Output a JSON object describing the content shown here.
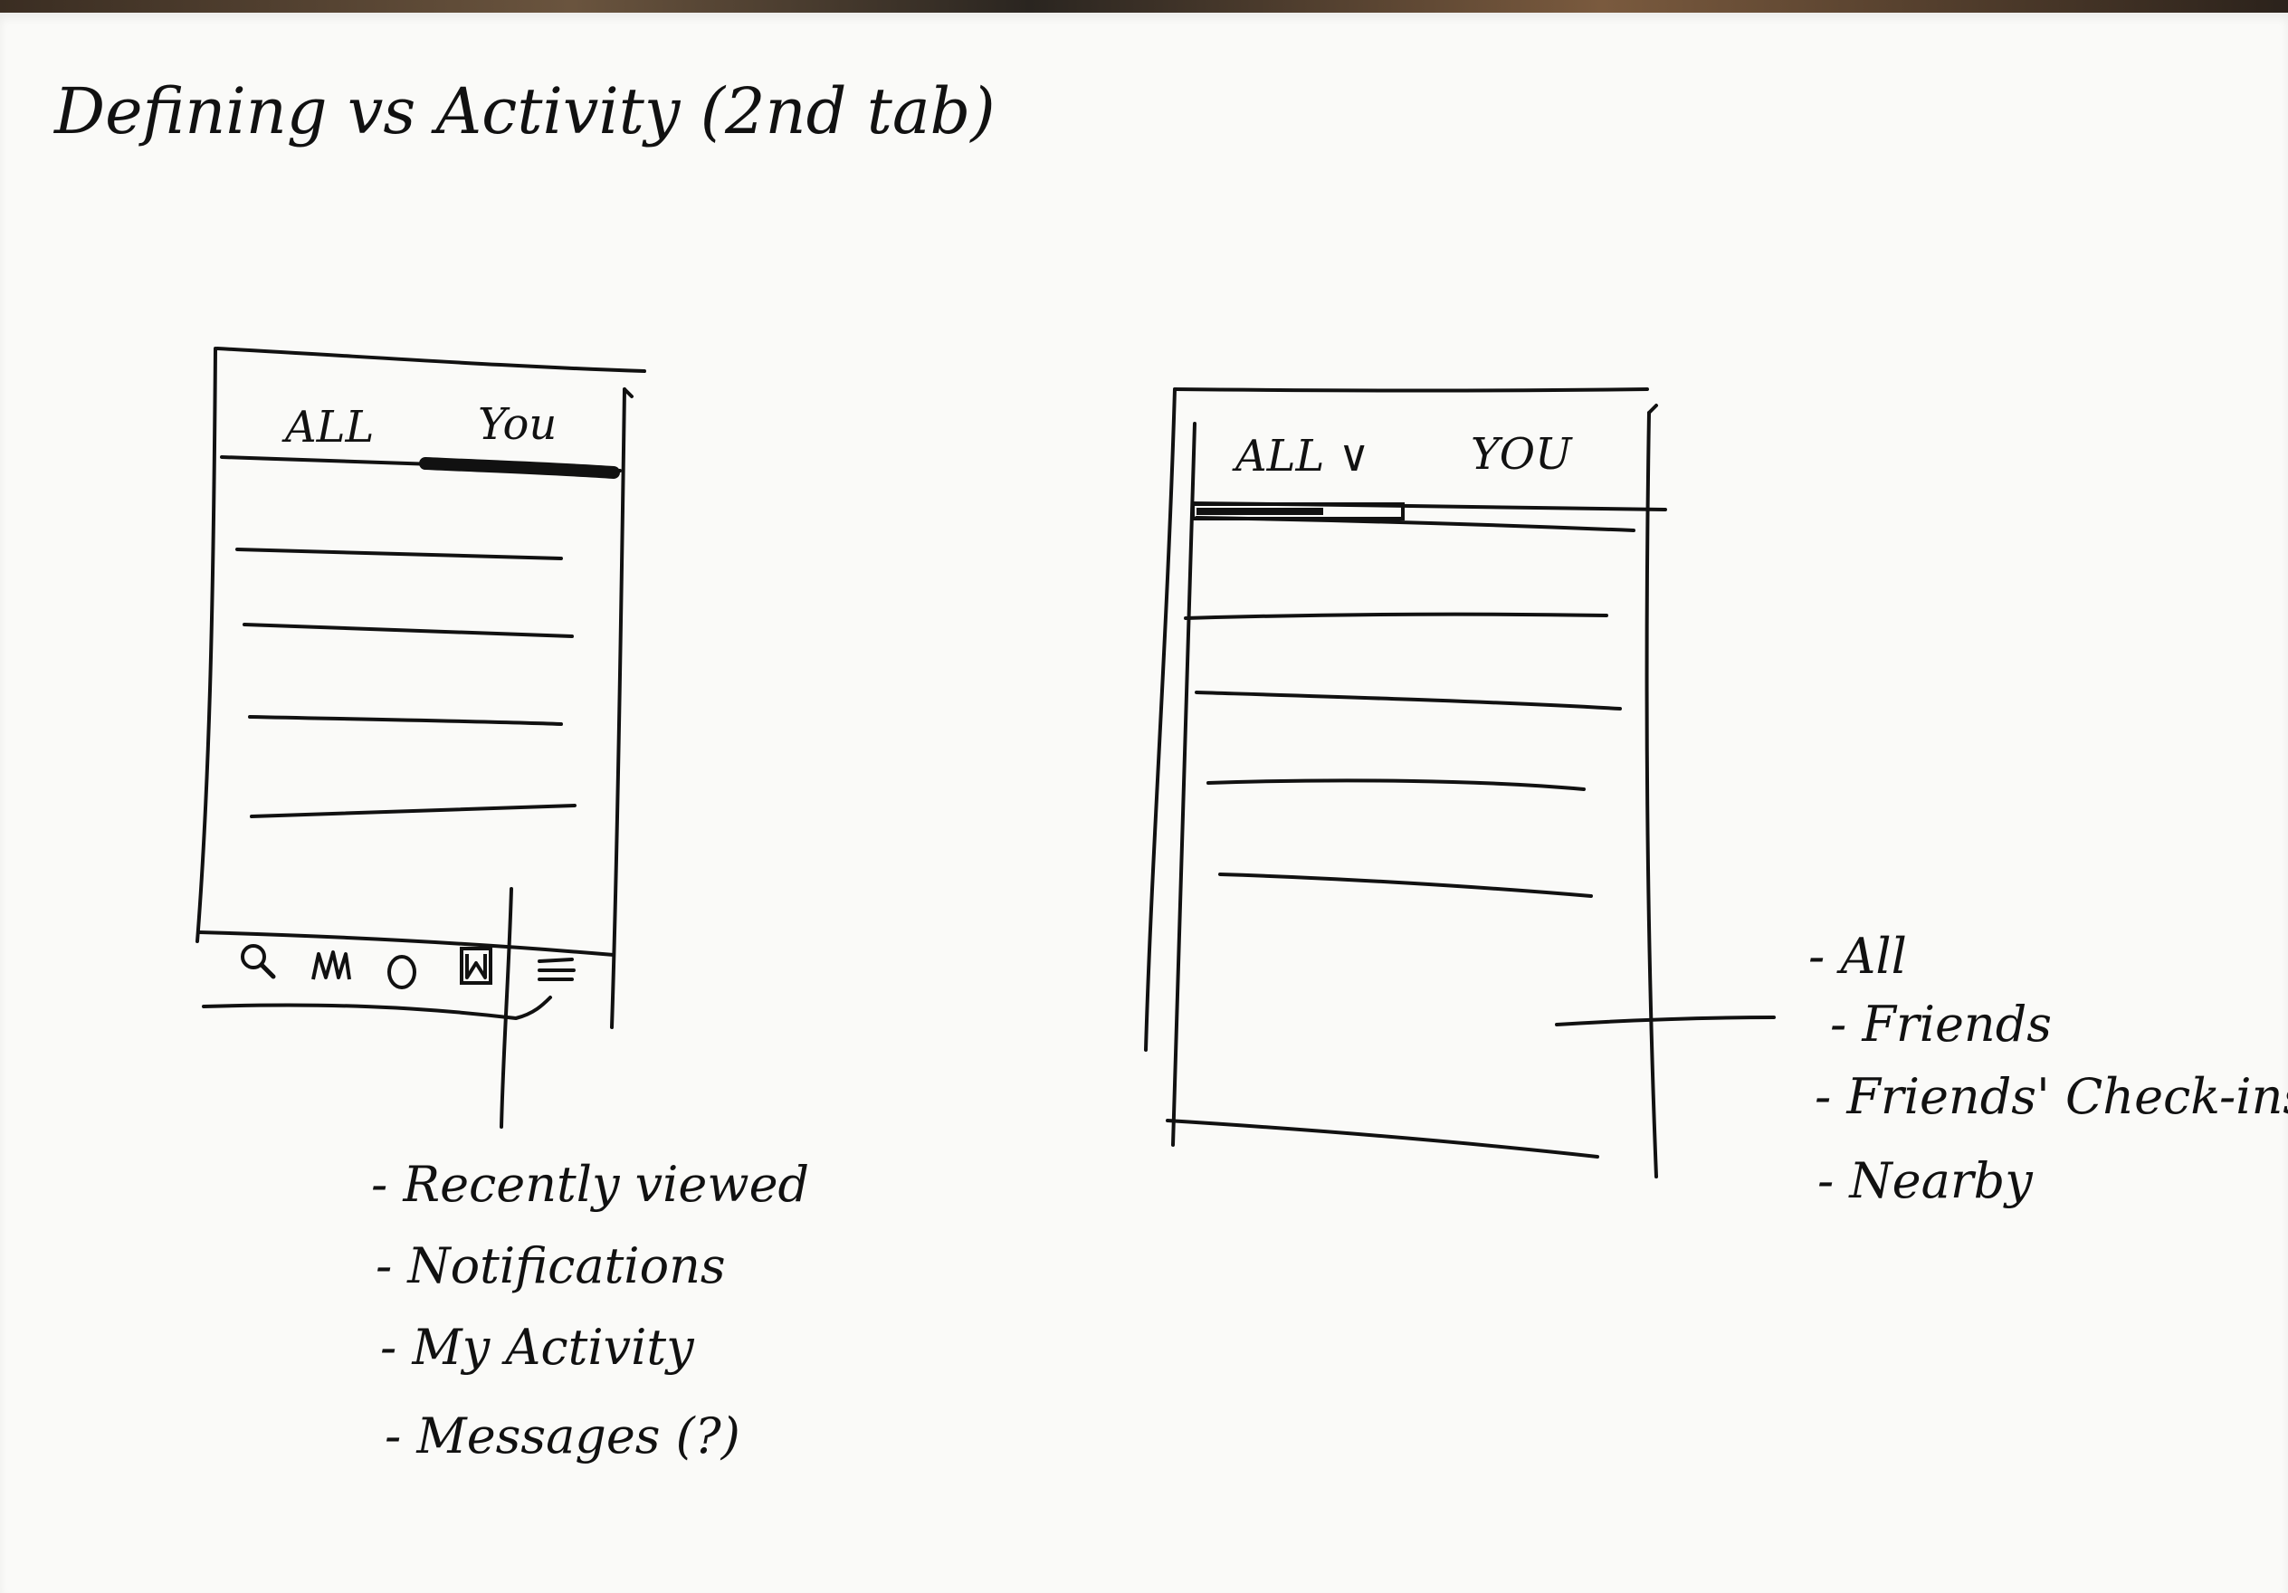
{
  "title": "Defining vs Activity (2nd tab)",
  "mockup_left": {
    "tabs": [
      {
        "label": "ALL"
      },
      {
        "label": "You",
        "selected": true
      }
    ],
    "bottom_nav_icons": [
      "search-icon",
      "map-icon",
      "circle-icon",
      "bookmark-icon",
      "menu-icon"
    ],
    "menu_annotation": [
      "- Recently viewed",
      "- Notifications",
      "- My Activity",
      "- Messages (?)"
    ]
  },
  "mockup_right": {
    "tabs": [
      {
        "label": "ALL ∨",
        "selected": true
      },
      {
        "label": "YOU"
      }
    ],
    "dropdown_annotation": [
      "- All",
      "- Friends",
      "- Friends' Check-ins",
      "- Nearby"
    ]
  }
}
